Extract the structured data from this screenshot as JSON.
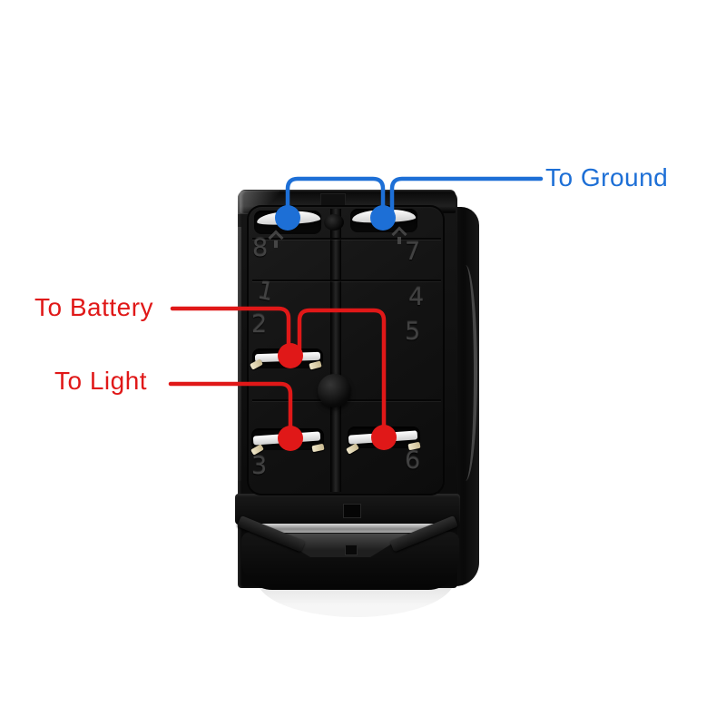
{
  "colors": {
    "background": "#ffffff",
    "blue": "#1d6fd6",
    "red": "#e01818",
    "switch_body": "#111111",
    "terminal_metal": "#e8e8e8",
    "base_gray": "#d9d9d9"
  },
  "labels": {
    "ground": {
      "text": "To Ground",
      "color": "#1d6fd6"
    },
    "battery": {
      "text": "To Battery",
      "color": "#e01818"
    },
    "light": {
      "text": "To Light",
      "color": "#e01818"
    }
  },
  "switch": {
    "molded_numbers": [
      "8",
      "7",
      "1",
      "2",
      "4",
      "5",
      "3",
      "6"
    ],
    "terminals": {
      "top_left": {
        "dot": "blue"
      },
      "top_right": {
        "dot": "blue"
      },
      "middle_left": {
        "dot": "red"
      },
      "bottom_left": {
        "dot": "red"
      },
      "bottom_right": {
        "dot": "red"
      }
    },
    "icons": {
      "molded_arrow_icon": "up-arrow"
    }
  },
  "wiring": [
    {
      "name": "ground-lead",
      "color": "#1d6fd6",
      "from": "To Ground label",
      "to": "top-right terminal"
    },
    {
      "name": "ground-jumper",
      "color": "#1d6fd6",
      "from": "top-left terminal",
      "to": "top-right terminal"
    },
    {
      "name": "battery-lead",
      "color": "#e01818",
      "from": "To Battery label",
      "to": "middle-left terminal"
    },
    {
      "name": "battery-jumper",
      "color": "#e01818",
      "from": "middle-left terminal",
      "to": "bottom-right terminal"
    },
    {
      "name": "light-lead",
      "color": "#e01818",
      "from": "To Light label",
      "to": "bottom-left terminal"
    }
  ]
}
